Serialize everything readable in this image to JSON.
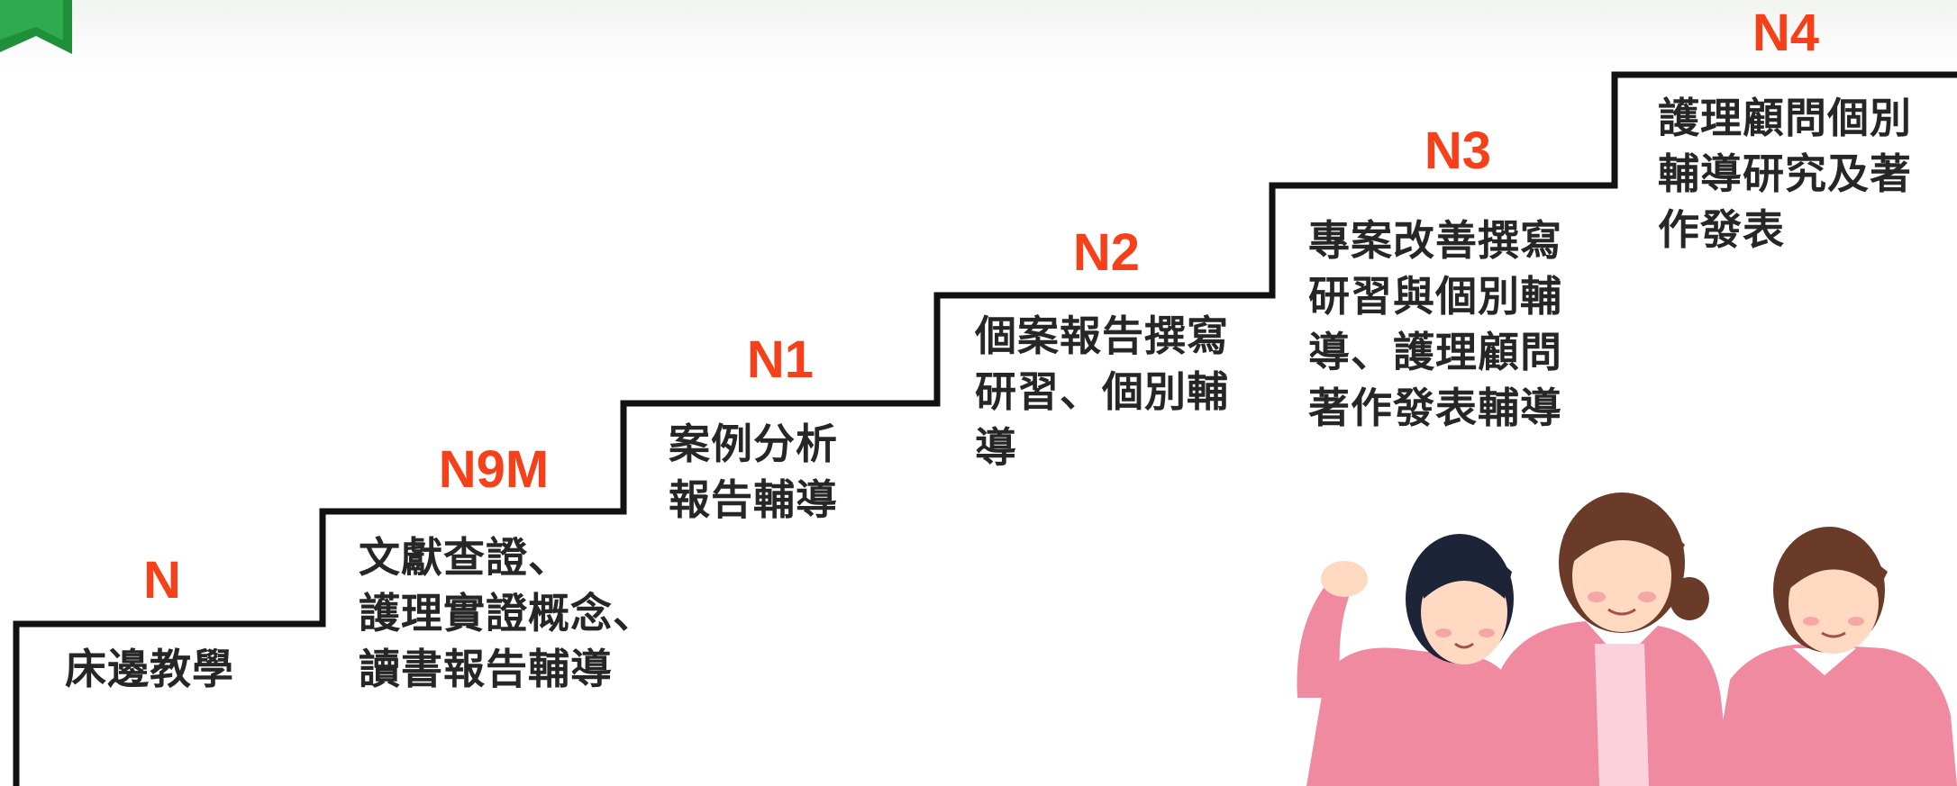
{
  "colors": {
    "level_label": "#f5401a",
    "stair_line": "#111111",
    "text": "#262626",
    "badge": "#1f8f3a",
    "uniform": "#f08aa0",
    "skin": "#ffd9c2",
    "hair_dark": "#1e2438",
    "hair_brown": "#6b3b2a"
  },
  "steps": [
    {
      "level": "N",
      "lines": [
        "床邊教學"
      ]
    },
    {
      "level": "N9M",
      "lines": [
        "文獻查證、",
        "護理實證概念、",
        "讀書報告輔導"
      ]
    },
    {
      "level": "N1",
      "lines": [
        "案例分析",
        "報告輔導"
      ]
    },
    {
      "level": "N2",
      "lines": [
        "個案報告撰寫",
        "研習、個別輔",
        "導"
      ]
    },
    {
      "level": "N3",
      "lines": [
        "專案改善撰寫",
        "研習與個別輔",
        "導、護理顧問",
        "著作發表輔導"
      ]
    },
    {
      "level": "N4",
      "lines": [
        "護理顧問個別",
        "輔導研究及著",
        "作發表"
      ]
    }
  ],
  "icons": {
    "badge": "green-ribbon-icon",
    "people": "nurses-cheering-illustration"
  }
}
